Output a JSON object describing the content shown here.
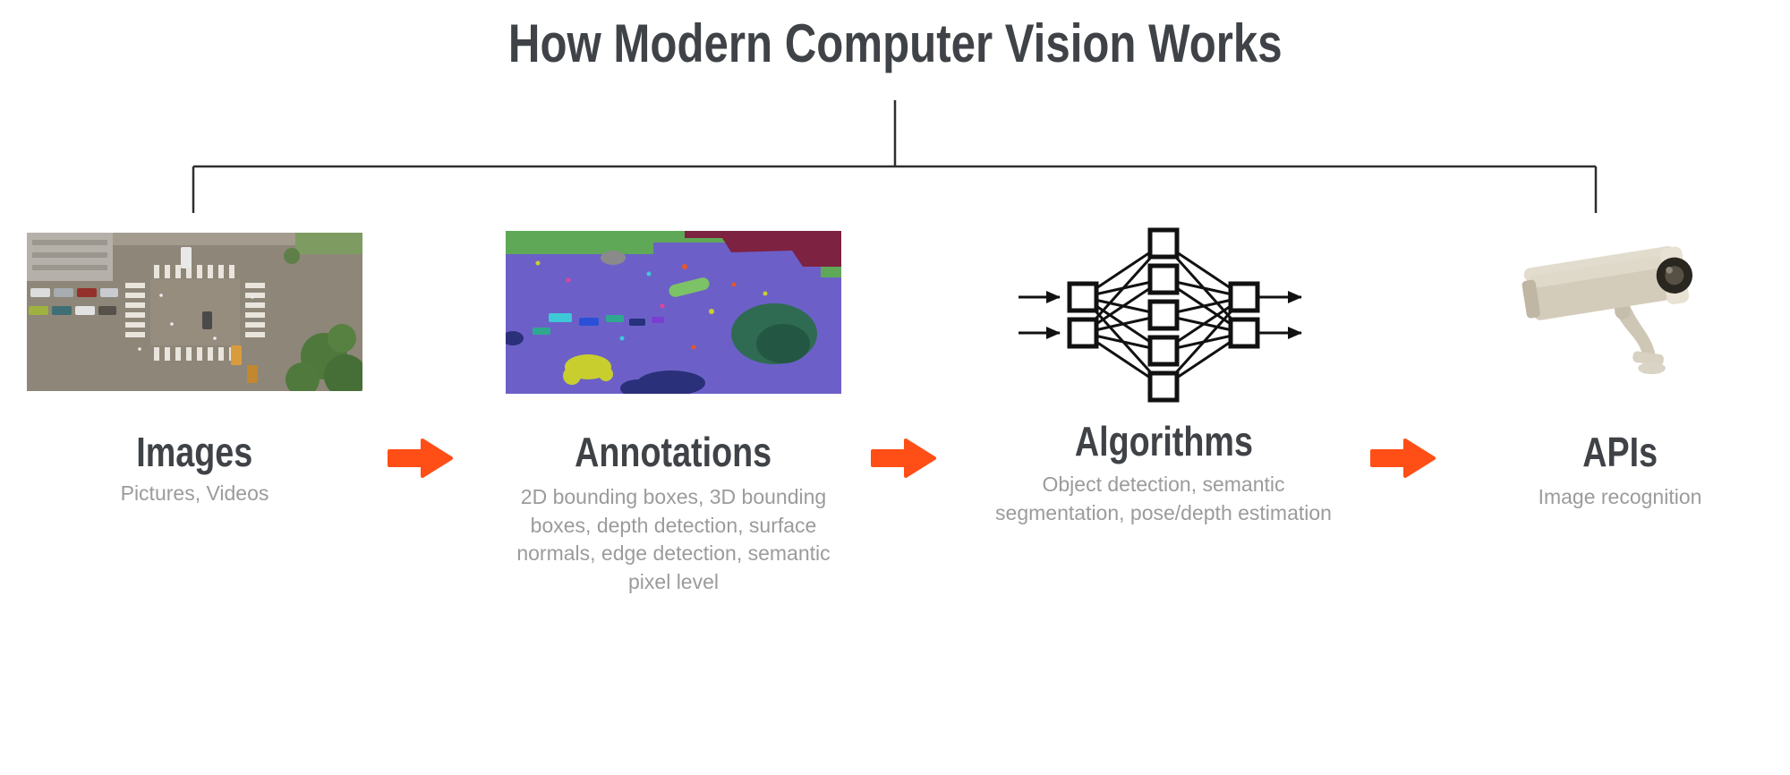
{
  "title": "How Modern Computer Vision Works",
  "steps": [
    {
      "heading": "Images",
      "subtext": "Pictures,  Videos",
      "image_name": "aerial-street-photo"
    },
    {
      "heading": "Annotations",
      "subtext": "2D bounding boxes, 3D bounding boxes, depth detection, surface normals, edge detection, semantic pixel level",
      "image_name": "segmentation-map-image"
    },
    {
      "heading": "Algorithms",
      "subtext": "Object detection, semantic segmentation, pose/depth estimation",
      "image_name": "neural-network-diagram"
    },
    {
      "heading": "APIs",
      "subtext": "Image recognition",
      "image_name": "security-camera-photo"
    }
  ],
  "colors": {
    "arrow": "#FF4E16",
    "heading": "#3F4347",
    "subtext": "#9B9B9B",
    "connector": "#2E2E2E",
    "nn_stroke": "#111111"
  }
}
